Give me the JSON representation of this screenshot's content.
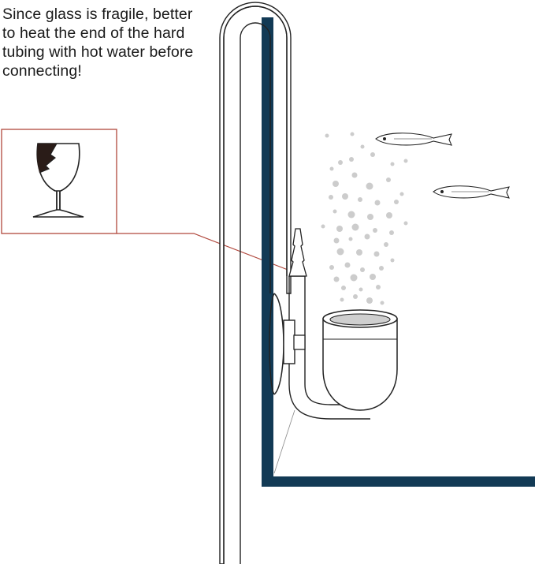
{
  "note": {
    "lines": [
      "Since glass is fragile, better",
      "to heat the end of the hard",
      "tubing with hot water before",
      "connecting!"
    ]
  },
  "colors": {
    "tank_wall": "#123a55",
    "callout_line": "#b0473c",
    "bubble": "#cccccc",
    "outline": "#222222",
    "glass_crack": "#2a1c18"
  },
  "icons": {
    "fragile": "fragile-glass-icon",
    "fish": "fish-icon",
    "suction_cup": "suction-cup-icon"
  }
}
